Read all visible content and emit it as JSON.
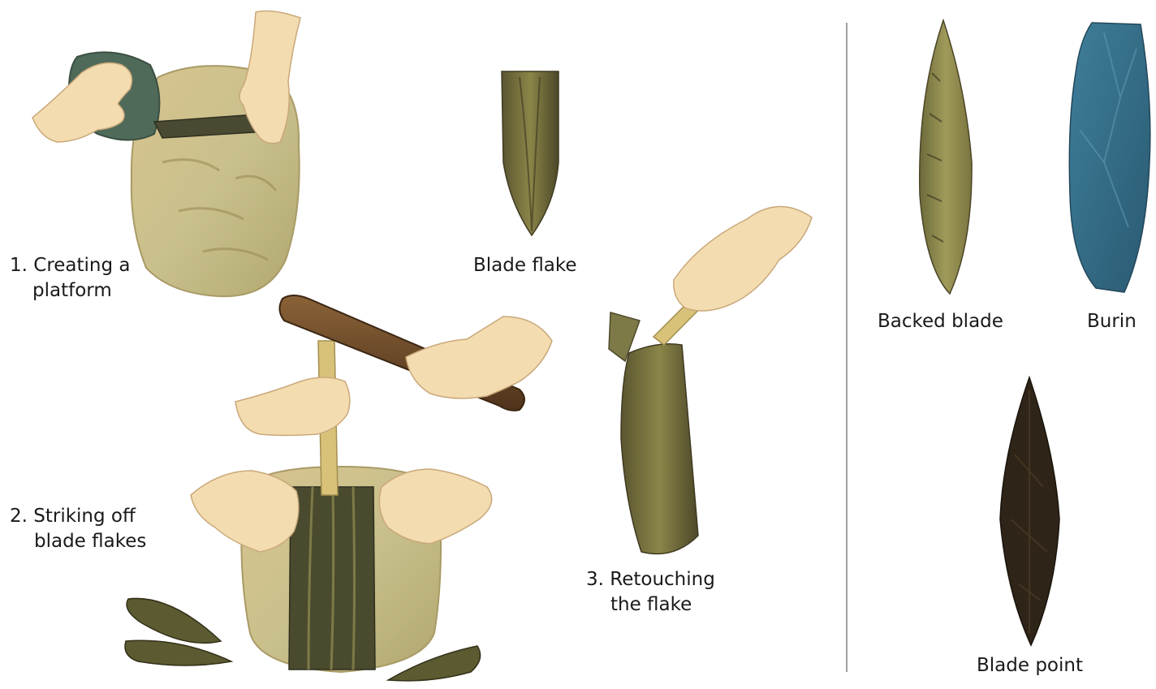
{
  "steps": {
    "step1": {
      "line1": "1. Creating a",
      "line2": "platform"
    },
    "step2": {
      "line1": "2. Striking off",
      "line2": "blade flakes"
    },
    "step3": {
      "line1": "3. Retouching",
      "line2": "the flake"
    }
  },
  "tools": {
    "blade_flake": "Blade flake",
    "backed_blade": "Backed blade",
    "burin": "Burin",
    "blade_point": "Blade point"
  },
  "colors": {
    "skin": "#f3dcb0",
    "skin_outline": "#c9a87a",
    "stone_core": "#cdbf8a",
    "stone_core_shade": "#a89860",
    "flake_olive": "#6e6a3a",
    "flake_dark": "#3f3a22",
    "wood": "#6b4a2a",
    "hammerstone": "#4f6a58",
    "burin_blue": "#2f6a86",
    "blade_point_dark": "#2e2418",
    "divider": "#808080"
  }
}
